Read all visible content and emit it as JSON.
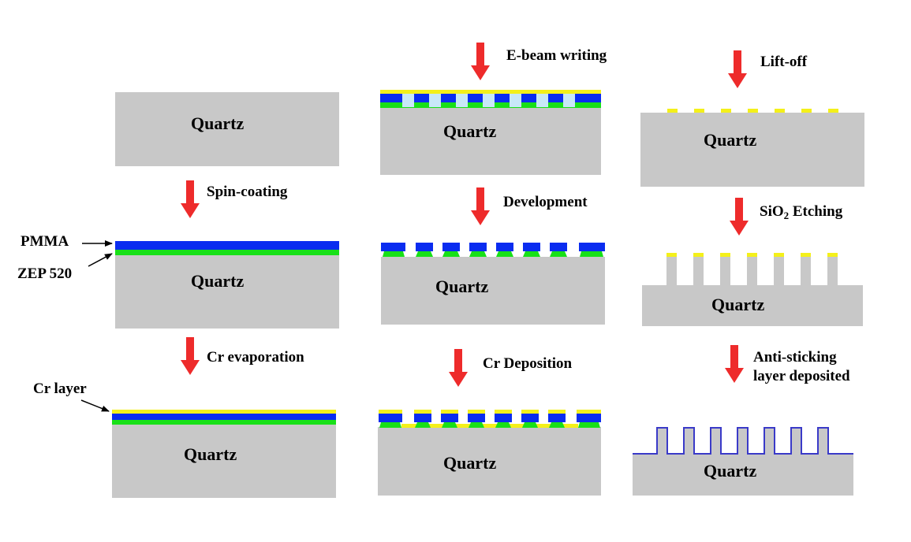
{
  "colors": {
    "quartz": "#c8c8c8",
    "pmma": "#0a2cf0",
    "zep": "#18e018",
    "cr": "#f4f01a",
    "arrow": "#ee2b2b",
    "exposed": "#c8e8f8",
    "anti_sticking": "#3a3ac8"
  },
  "substrate_label": "Quartz",
  "steps": {
    "spin_coating": "Spin-coating",
    "cr_evaporation": "Cr evaporation",
    "ebeam_writing": "E-beam writing",
    "development": "Development",
    "cr_deposition": "Cr Deposition",
    "lift_off": "Lift-off",
    "sio2_etching_pre": "SiO",
    "sio2_etching_sub": "2",
    "sio2_etching_post": " Etching",
    "anti_sticking_line1": "Anti-sticking",
    "anti_sticking_line2": "layer deposited"
  },
  "callouts": {
    "pmma": "PMMA",
    "zep": "ZEP 520",
    "cr_layer": "Cr layer"
  }
}
